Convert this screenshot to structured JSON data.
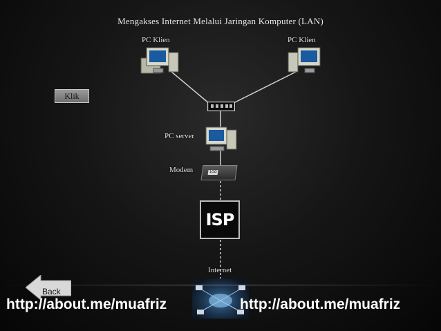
{
  "title": "Mengakses Internet Melalui Jaringan Komputer (LAN)",
  "nodes": {
    "pc_klien_left": "PC Klien",
    "pc_klien_right": "PC Klien",
    "pc_server": "PC server",
    "modem": "Modem",
    "modem_badge": "1GG",
    "isp": "ISP",
    "internet": "Internet"
  },
  "buttons": {
    "klik": "Klik",
    "back": "Back"
  },
  "footer": {
    "url_left": "http://about.me/muafriz",
    "url_right": "http://about.me/muafriz"
  },
  "colors": {
    "background": "#161616",
    "text": "#e8e8e8",
    "link": "#ffffff",
    "connector": "#d0d0d0"
  }
}
